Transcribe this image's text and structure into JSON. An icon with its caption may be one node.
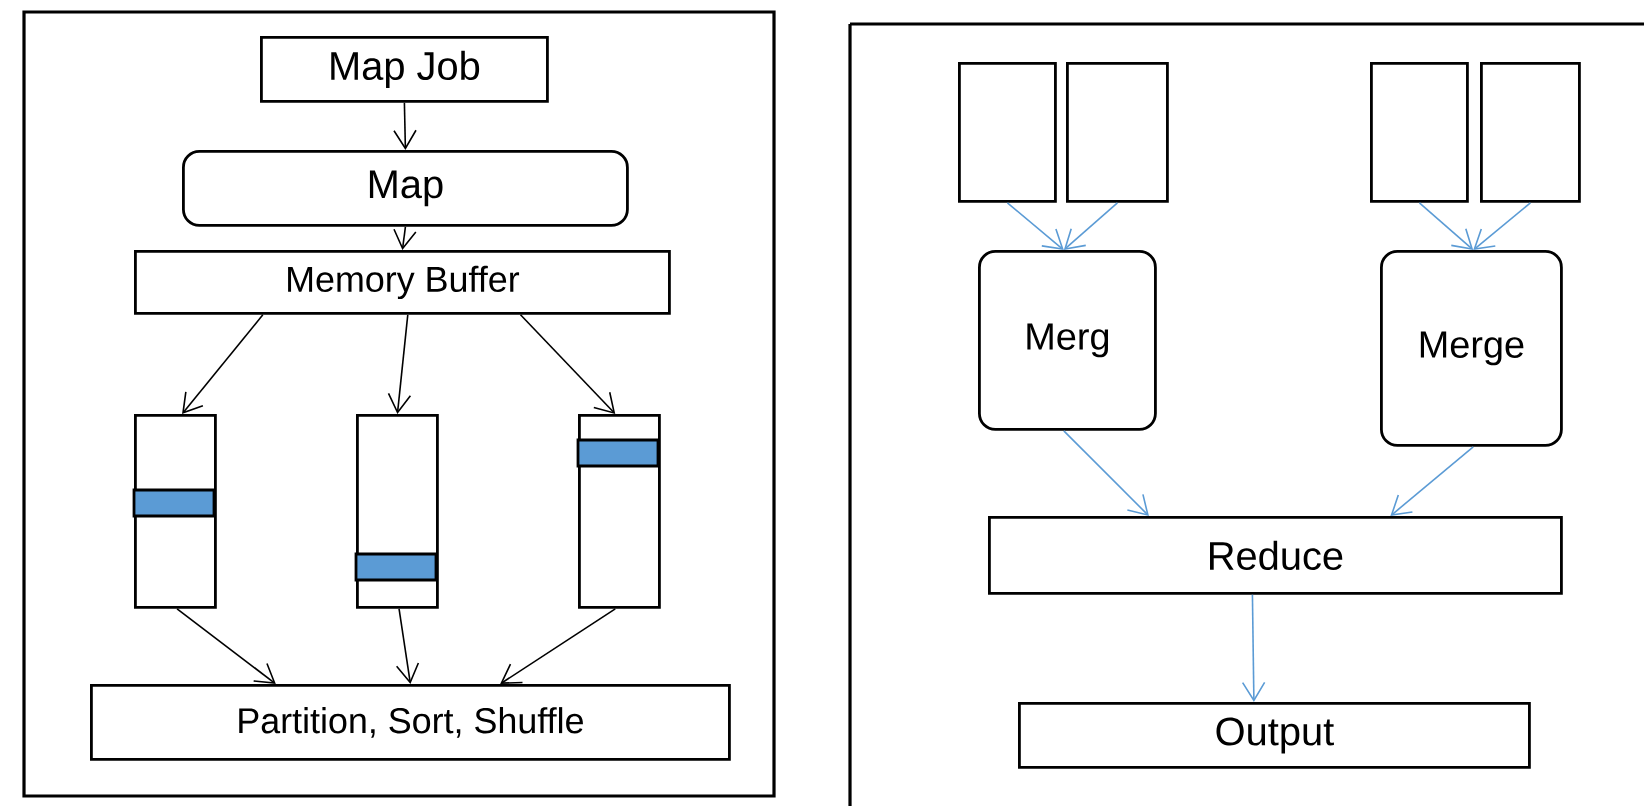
{
  "diagram": {
    "nodes": [
      {
        "text": [
          "Map Job"
        ]
      },
      {
        "text": [
          "Map"
        ]
      },
      {
        "text": [
          "Memory Buffer"
        ]
      },
      {
        "text": [],
        "shape": "bar"
      },
      {
        "text": [],
        "shape": "bar"
      },
      {
        "text": [],
        "shape": "bar"
      },
      {
        "text": [
          "Partition, Sort, Shuffle"
        ]
      },
      {
        "text": [],
        "shape": "box"
      },
      {
        "text": [],
        "shape": "box"
      },
      {
        "text": [],
        "shape": "box"
      },
      {
        "text": [],
        "shape": "box"
      },
      {
        "text": [
          "Merg"
        ]
      },
      {
        "text": [
          "Merge"
        ]
      },
      {
        "text": [
          "Reduce"
        ]
      },
      {
        "text": [
          "Output"
        ]
      }
    ],
    "edges": [
      {
        "from": 0,
        "to": 1,
        "arrow": "to"
      },
      {
        "from": 1,
        "to": 2,
        "arrow": "to"
      },
      {
        "from": 2,
        "to": 3,
        "arrow": "to"
      },
      {
        "from": 2,
        "to": 4,
        "arrow": "to"
      },
      {
        "from": 2,
        "to": 5,
        "arrow": "to"
      },
      {
        "from": 3,
        "to": 6,
        "arrow": "to"
      },
      {
        "from": 4,
        "to": 6,
        "arrow": "to"
      },
      {
        "from": 5,
        "to": 6,
        "arrow": "to"
      },
      {
        "from": 7,
        "to": 11,
        "arrow": "to",
        "color": "#5b9bd5"
      },
      {
        "from": 8,
        "to": 11,
        "arrow": "to",
        "color": "#5b9bd5"
      },
      {
        "from": 9,
        "to": 12,
        "arrow": "to",
        "color": "#5b9bd5"
      },
      {
        "from": 10,
        "to": 12,
        "arrow": "to",
        "color": "#5b9bd5"
      },
      {
        "from": 11,
        "to": 13,
        "arrow": "to",
        "color": "#5b9bd5"
      },
      {
        "from": 12,
        "to": 13,
        "arrow": "to",
        "color": "#5b9bd5"
      },
      {
        "from": 13,
        "to": 14,
        "arrow": "to",
        "color": "#5b9bd5"
      }
    ]
  }
}
